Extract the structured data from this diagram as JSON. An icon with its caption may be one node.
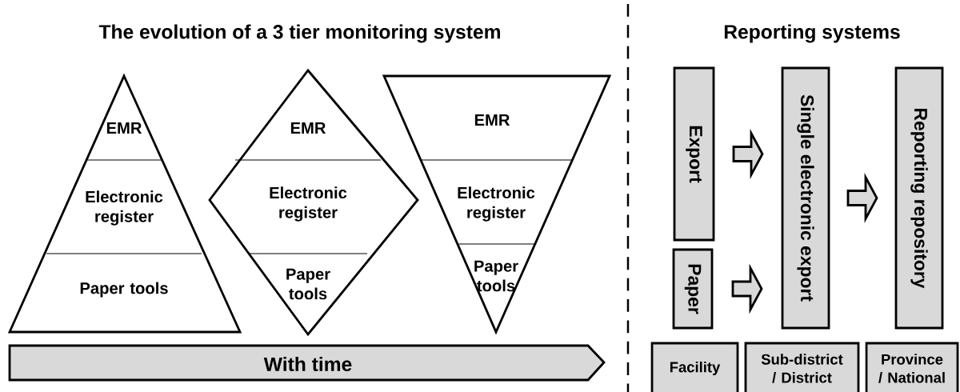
{
  "diagram": {
    "title": "The evolution of a 3 tier monitoring system",
    "nodes": [
      {
        "text": [
          "EMR",
          "Electronic register",
          "Paper tools"
        ]
      },
      {
        "text": [
          "EMR",
          "Electronic register",
          "Paper tools"
        ]
      },
      {
        "text": [
          "EMR",
          "Electronic register",
          "Paper tools"
        ]
      },
      {
        "text": [
          "With time"
        ]
      },
      {
        "text": [
          "Export"
        ]
      },
      {
        "text": [
          "Paper"
        ]
      },
      {
        "text": [
          "Single electronic export"
        ]
      },
      {
        "text": [
          "Reporting repository"
        ]
      },
      {
        "text": [
          "Facility"
        ]
      },
      {
        "text": [
          "Sub-district / District"
        ]
      },
      {
        "text": [
          "Province / National"
        ]
      }
    ],
    "edges": [
      {
        "from": 4,
        "to": 6,
        "arrow": "to"
      },
      {
        "from": 5,
        "to": 6,
        "arrow": "to"
      },
      {
        "from": 6,
        "to": 7,
        "arrow": "to"
      }
    ],
    "labels": [
      "Reporting systems"
    ]
  }
}
